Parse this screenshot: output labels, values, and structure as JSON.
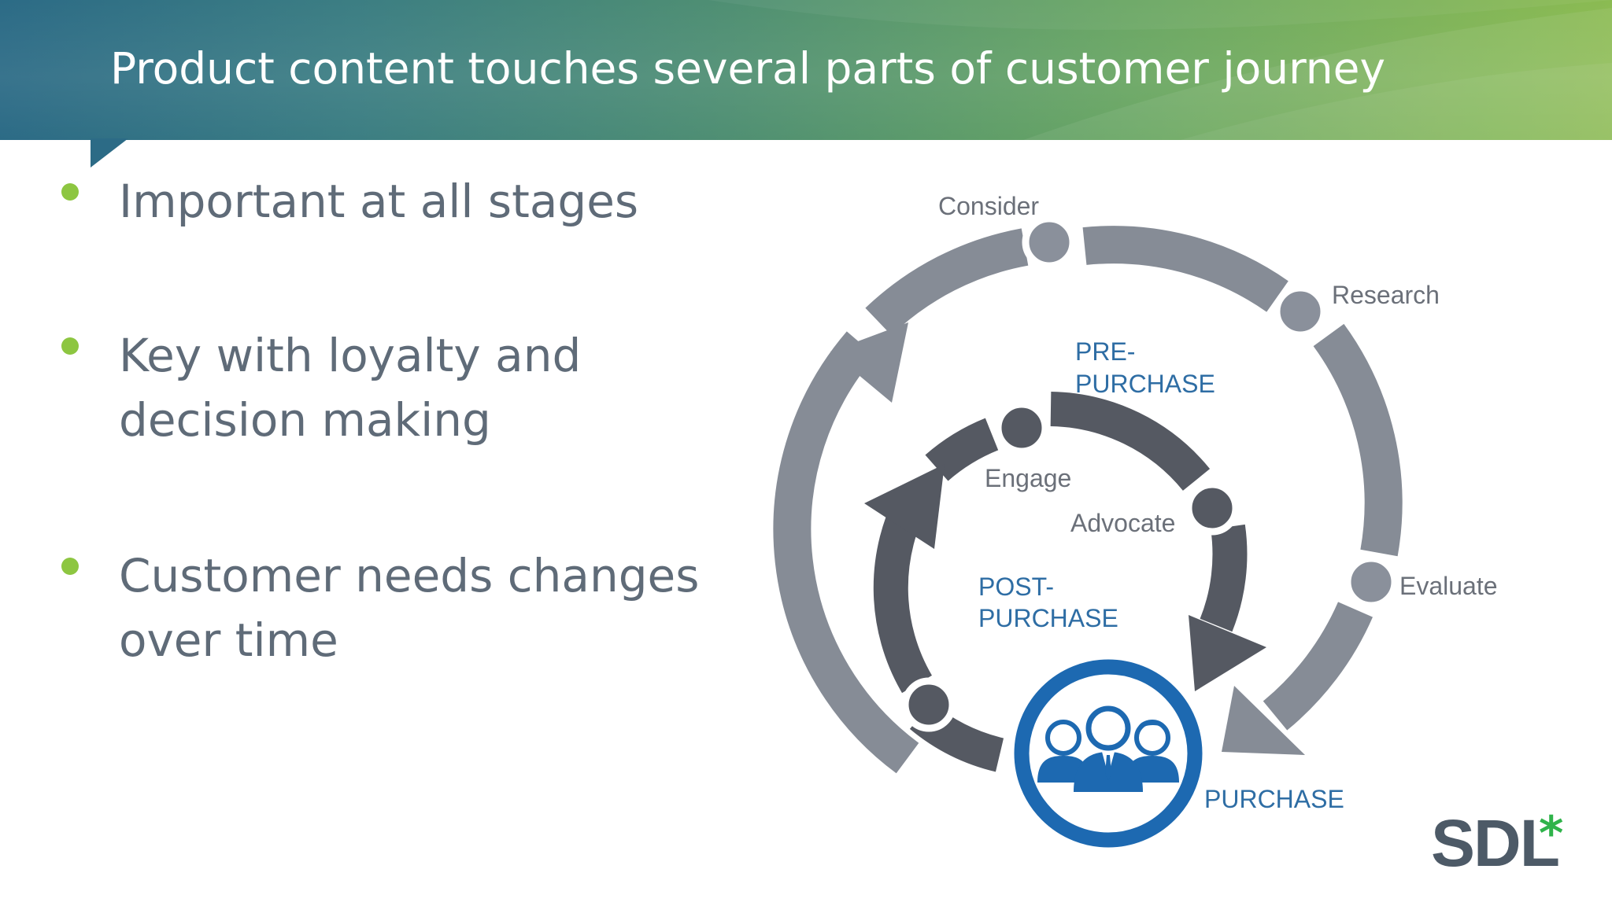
{
  "slide": {
    "title": "Product content touches several parts of customer journey"
  },
  "bullets": [
    {
      "lines": [
        "Important at all stages"
      ]
    },
    {
      "lines": [
        "Key with loyalty and",
        "decision making"
      ]
    },
    {
      "lines": [
        "Customer needs changes",
        "over time"
      ]
    }
  ],
  "diagram": {
    "outer_stages": {
      "consider": "Consider",
      "research": "Research",
      "evaluate": "Evaluate"
    },
    "inner_stages": {
      "engage": "Engage",
      "advocate": "Advocate"
    },
    "phases": {
      "pre_purchase_line1": "PRE-",
      "pre_purchase_line2": "PURCHASE",
      "post_purchase_line1": "POST-",
      "post_purchase_line2": "PURCHASE",
      "purchase": "PURCHASE"
    },
    "colors": {
      "outer_ring": "#868c96",
      "inner_ring": "#555962",
      "phase_text": "#2e6da4",
      "stage_text": "#6b7079",
      "purchase_circle": "#1d69b1"
    },
    "center_icon": "customer-group-icon"
  },
  "logo": {
    "text": "SDL",
    "mark": "*"
  }
}
